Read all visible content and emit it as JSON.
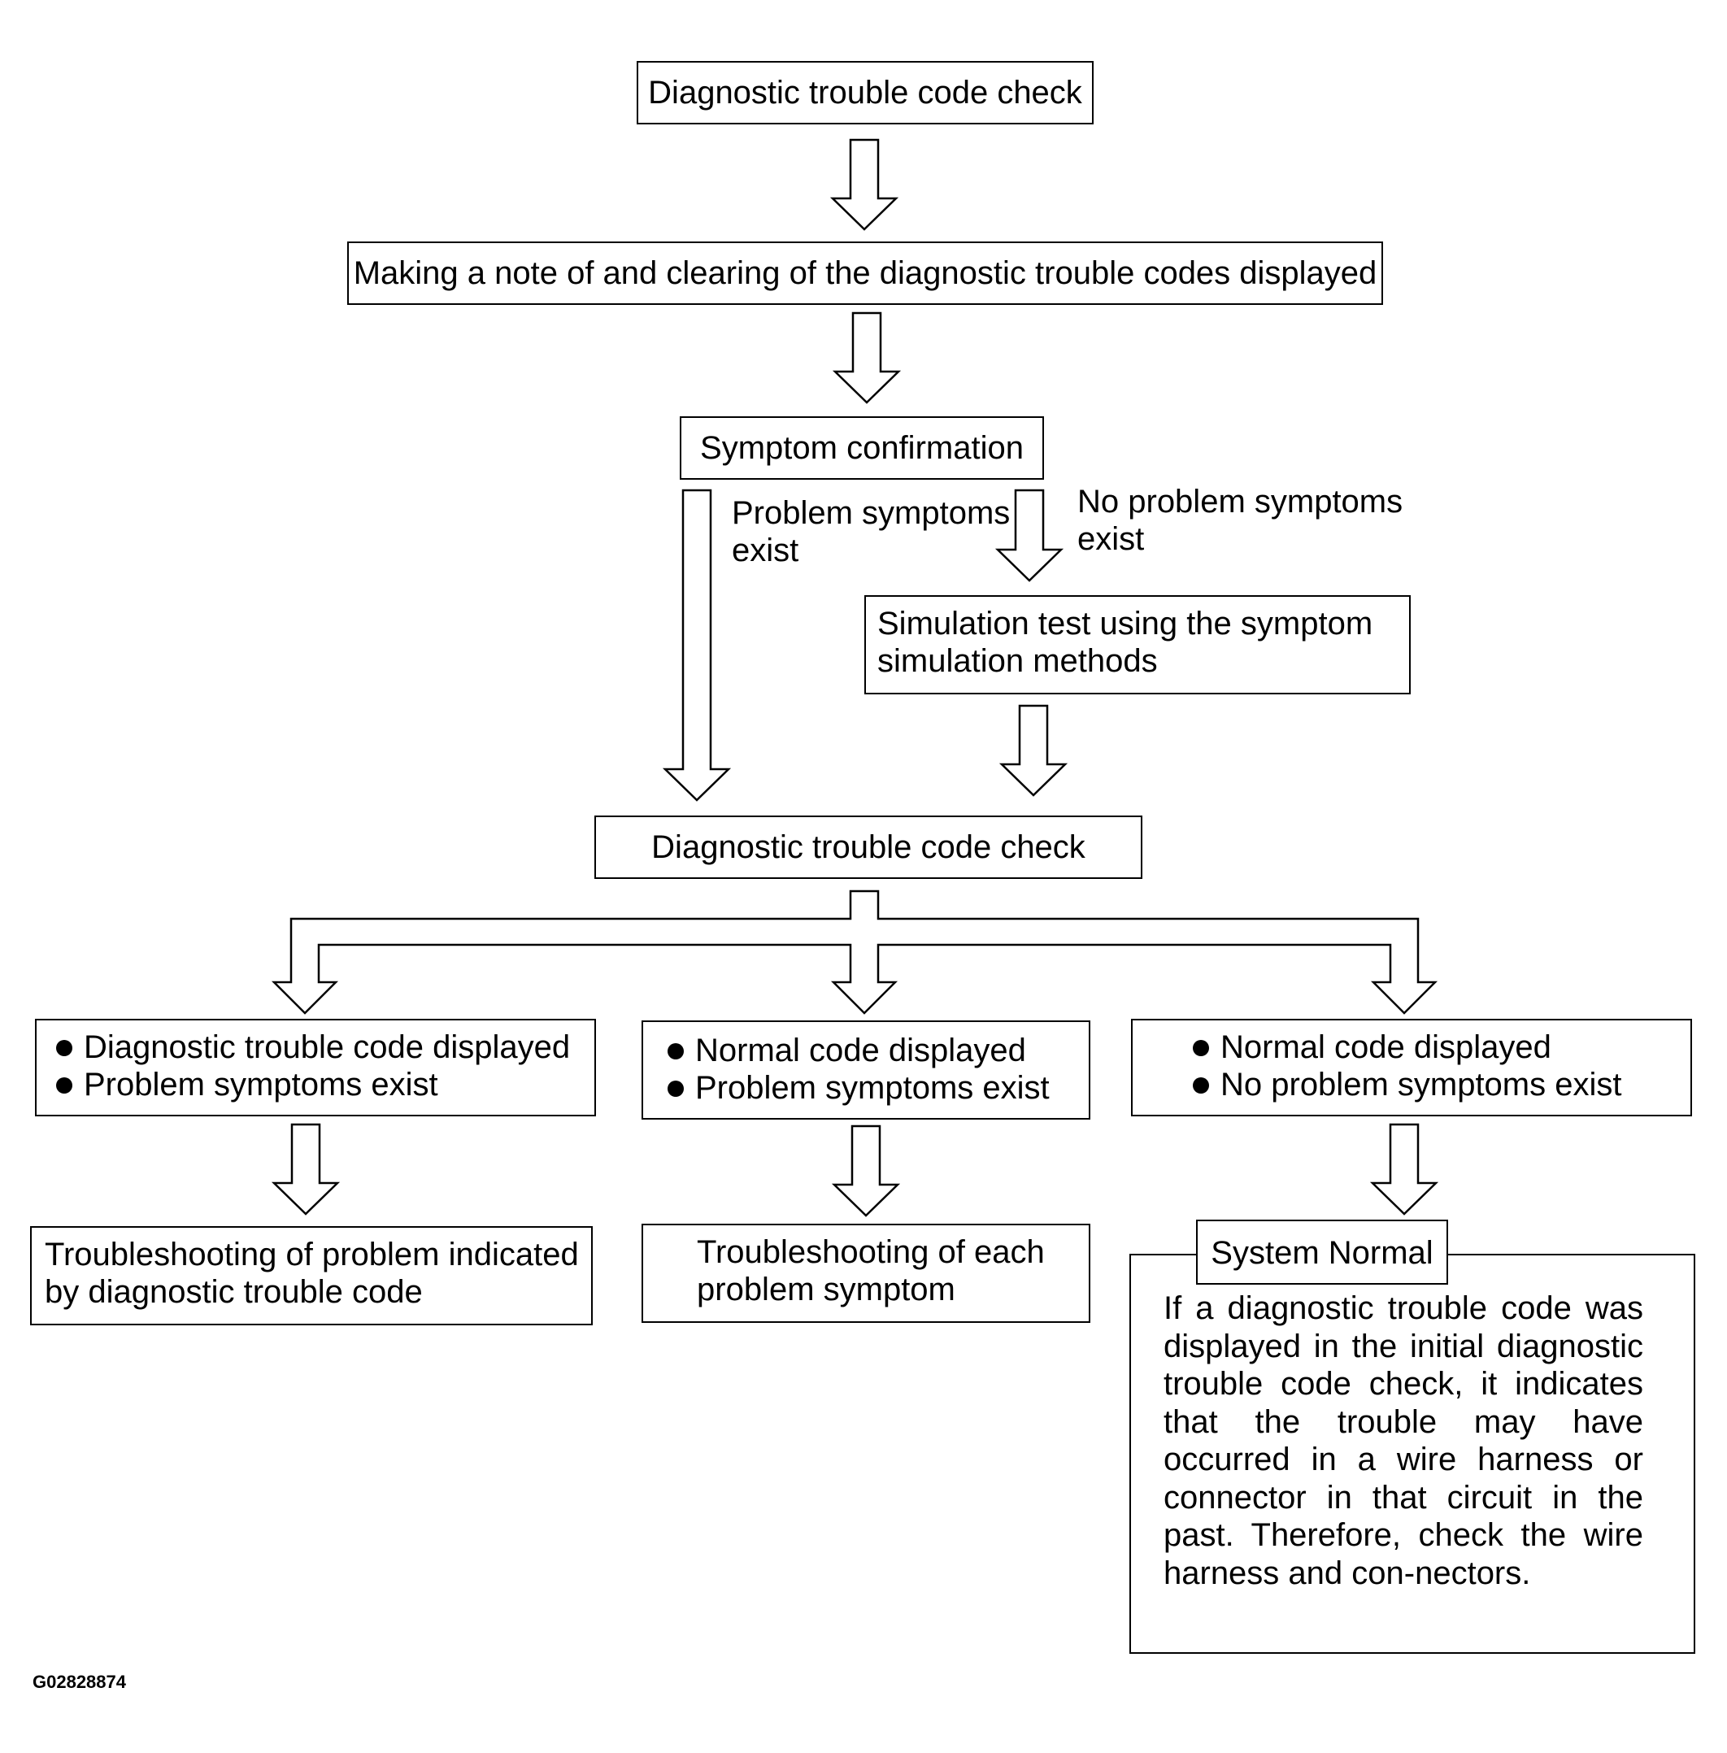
{
  "flow": {
    "step1": "Diagnostic trouble code check",
    "step2": "Making a note of and clearing of the diagnostic trouble codes displayed",
    "step3": "Symptom confirmation",
    "branch_left_label_line1": "Problem symptoms",
    "branch_left_label_line2": "exist",
    "branch_right_label_line1": "No problem symptoms",
    "branch_right_label_line2": "exist",
    "simulation_line1": "Simulation test using the symptom",
    "simulation_line2": "simulation methods",
    "step4": "Diagnostic trouble code check"
  },
  "outcomes": [
    {
      "bullets": [
        "Diagnostic trouble code displayed",
        "Problem symptoms exist"
      ],
      "result_line1": "Troubleshooting of problem indicated",
      "result_line2": "by diagnostic trouble code"
    },
    {
      "bullets": [
        "Normal code displayed",
        "Problem symptoms exist"
      ],
      "result_line1": "Troubleshooting of each",
      "result_line2": "problem symptom"
    },
    {
      "bullets": [
        "Normal code displayed",
        "No problem symptoms exist"
      ],
      "result_title": "System Normal",
      "result_text": "If a diagnostic trouble code was displayed in the initial diagnostic trouble code check, it indicates that the trouble may have occurred in a wire harness or connector in that circuit in the past. Therefore, check the wire harness and con-nectors."
    }
  ],
  "image_id": "G02828874"
}
